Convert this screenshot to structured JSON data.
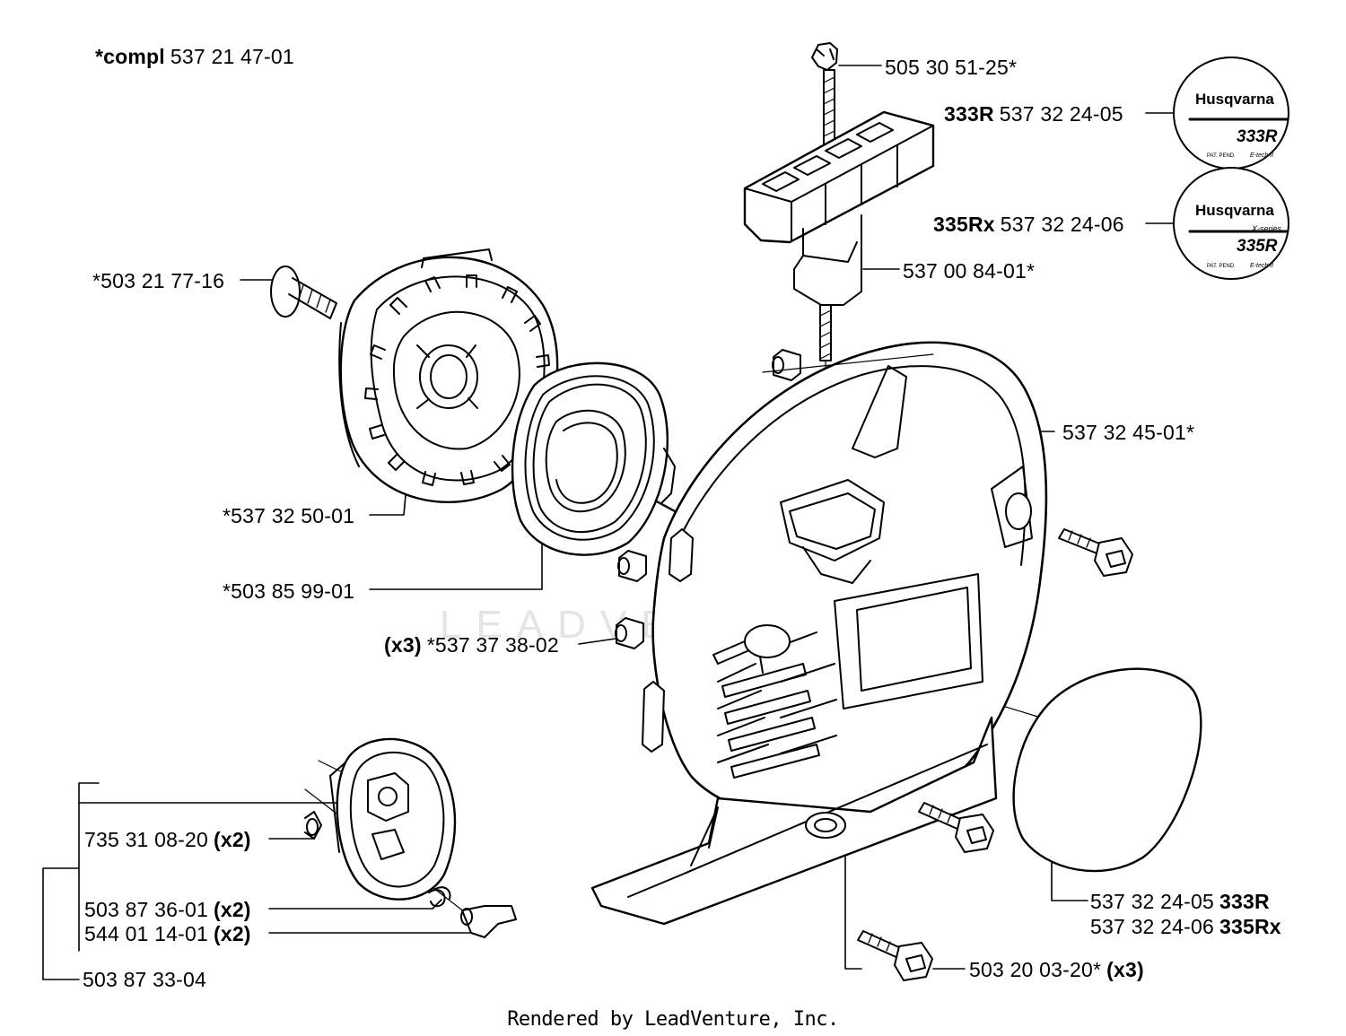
{
  "labels": {
    "compl": {
      "prefix": "*compl",
      "number": "537 21 47-01"
    },
    "handle_rope": "505 30 51-25*",
    "decal_333r": {
      "model": "333R",
      "number": "537 32 24-05"
    },
    "decal_335rx": {
      "model": "335Rx",
      "number": "537 32 24-06"
    },
    "handle": "537 00 84-01*",
    "screw_center": "*503 21 77-16",
    "housing": "537 32 45-01*",
    "pulley": "*537 32 50-01",
    "spring": "*503 85 99-01",
    "bushing": {
      "qty": "(x3)",
      "number": "*537 37 38-02"
    },
    "washer": {
      "number": "735 31 08-20",
      "qty": "(x2)"
    },
    "spring_small": {
      "number": "503 87 36-01",
      "qty": "(x2)"
    },
    "pawl": {
      "number": "544 01 14-01",
      "qty": "(x2)"
    },
    "assembly": "503 87 33-04",
    "decal_line1": {
      "number": "537 32 24-05",
      "model": "333R"
    },
    "decal_line2": {
      "number": "537 32 24-06",
      "model": "335Rx"
    },
    "screw_bottom": {
      "number": "503 20 03-20*",
      "qty": "(x3)"
    }
  },
  "decals": {
    "d333r": {
      "brand": "Husqvarna",
      "series": "",
      "model": "333R",
      "pat": "PAT. PEND.",
      "tech": "E-tech II"
    },
    "d335r": {
      "brand": "Husqvarna",
      "series": "X-series",
      "model": "335R",
      "pat": "PAT. PEND.",
      "tech": "E-tech II"
    }
  },
  "watermark": "LEADVENTURE",
  "footer": "Rendered by LeadVenture, Inc."
}
